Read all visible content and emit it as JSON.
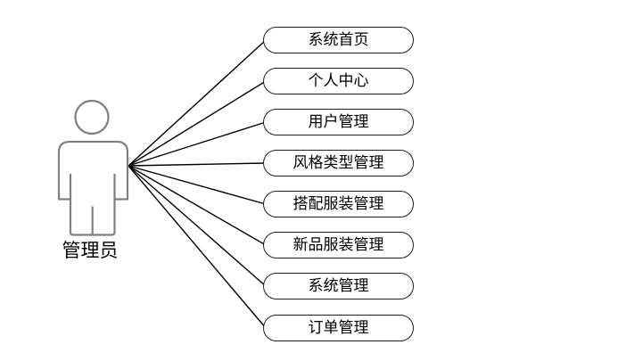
{
  "diagram": {
    "type": "use-case-diagram",
    "actor": {
      "label": "管理员"
    },
    "use_cases": [
      {
        "label": "系统首页"
      },
      {
        "label": "个人中心"
      },
      {
        "label": "用户管理"
      },
      {
        "label": "风格类型管理"
      },
      {
        "label": "搭配服装管理"
      },
      {
        "label": "新品服装管理"
      },
      {
        "label": "系统管理"
      },
      {
        "label": "订单管理"
      }
    ],
    "colors": {
      "background": "#ffffff",
      "connector_line": "#000000",
      "oval_border": "#1f1f1f",
      "oval_fill": "#ffffff",
      "actor_outline": "#808080",
      "text": "#000000"
    }
  }
}
